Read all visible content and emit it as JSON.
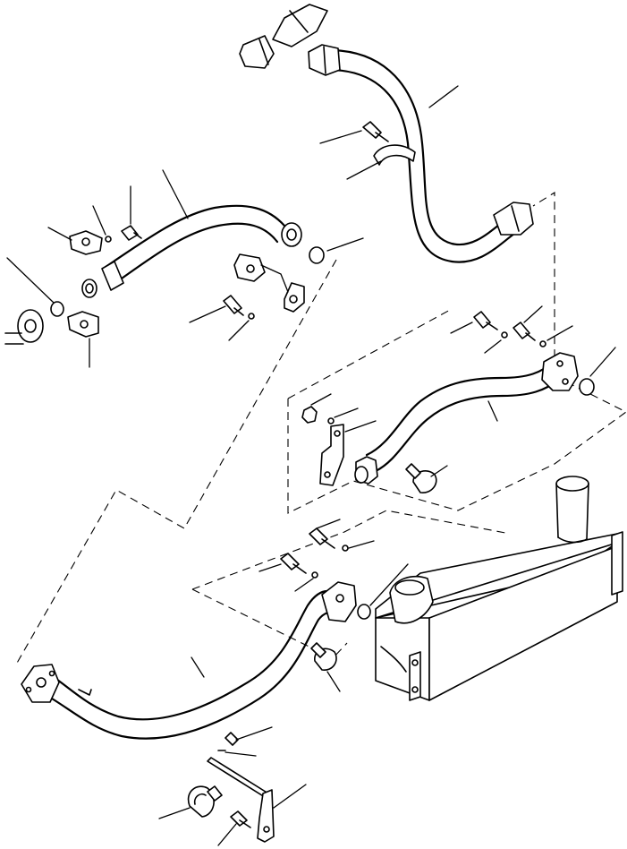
{
  "diagram": {
    "parts": [
      "hose-upper",
      "elbow-fitting",
      "pipe-left",
      "tube-mid",
      "tube-lower",
      "aftercooler",
      "bracket",
      "clamp"
    ]
  }
}
